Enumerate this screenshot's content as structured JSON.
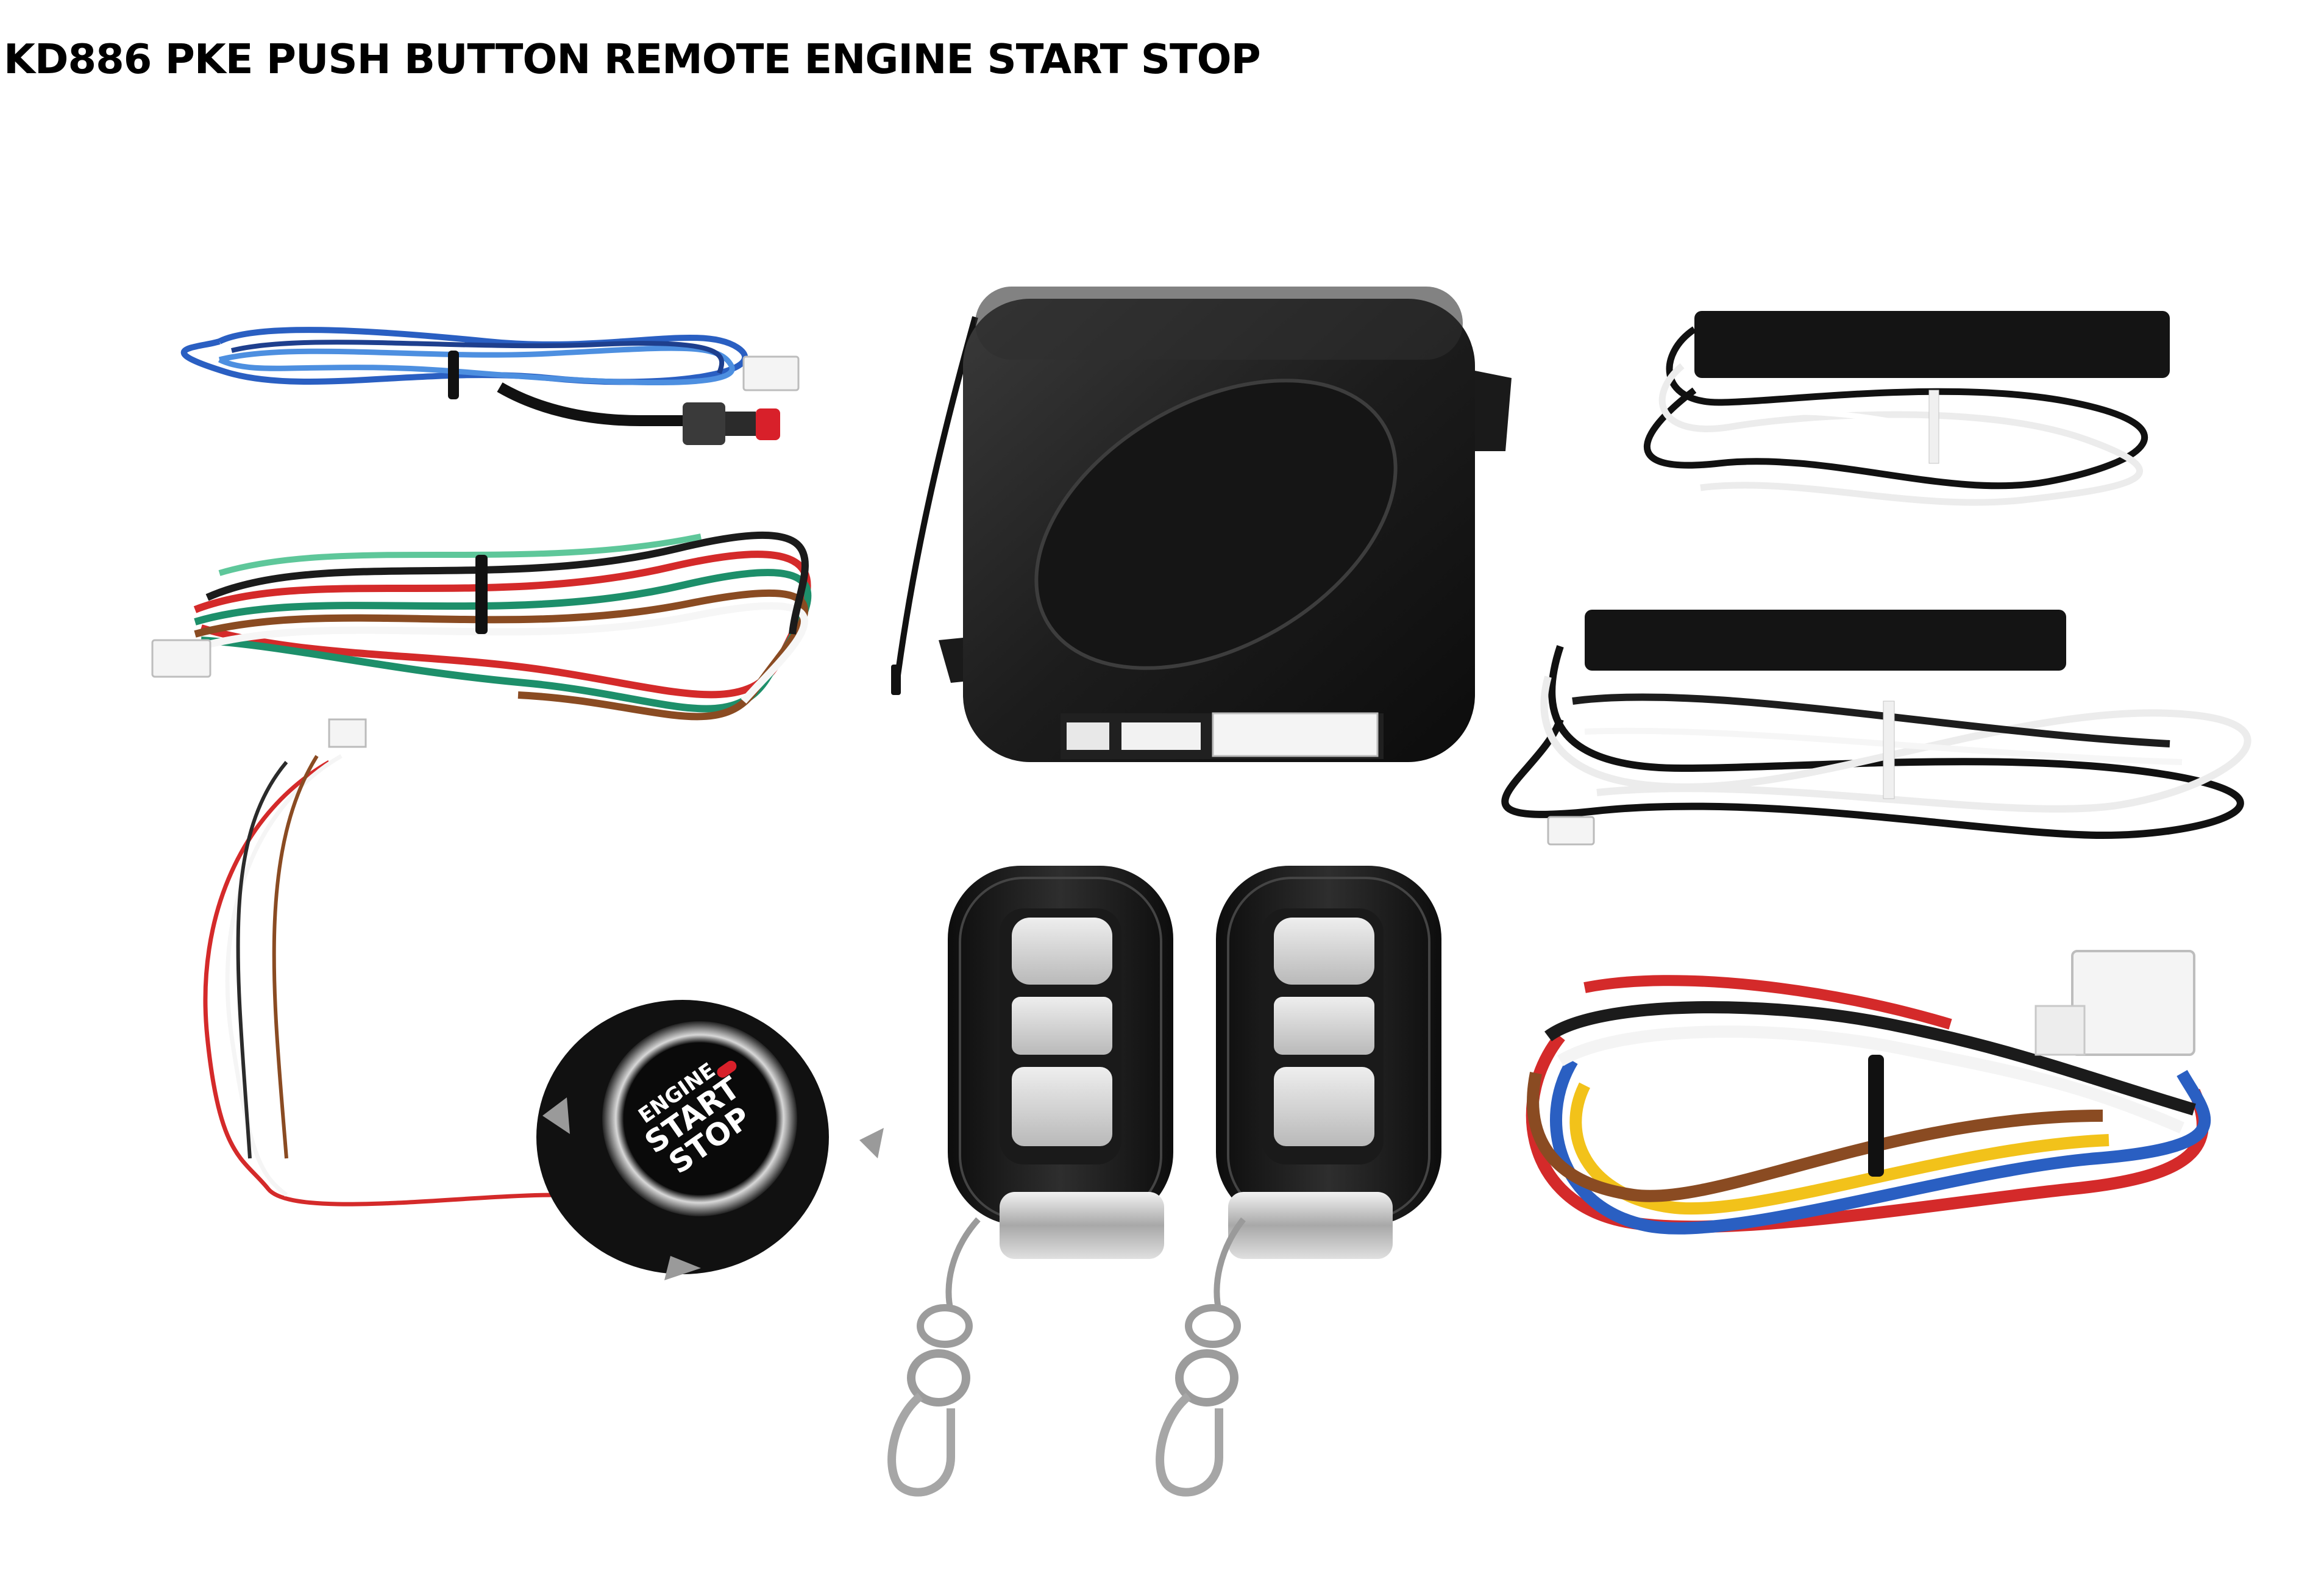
{
  "title": "KD886 PKE PUSH BUTTON REMOTE ENGINE START STOP",
  "start_button": {
    "line1": "ENGINE",
    "line2": "START",
    "line3": "STOP"
  },
  "colors": {
    "background": "#ffffff",
    "module": "#1f1f1f",
    "button_red": "#d8202a",
    "wire_blue": "#2a5fc2",
    "wire_red": "#d42a2a",
    "wire_yellow": "#f2c21a",
    "wire_green": "#1d8f6a",
    "wire_brown": "#8a4b22"
  }
}
